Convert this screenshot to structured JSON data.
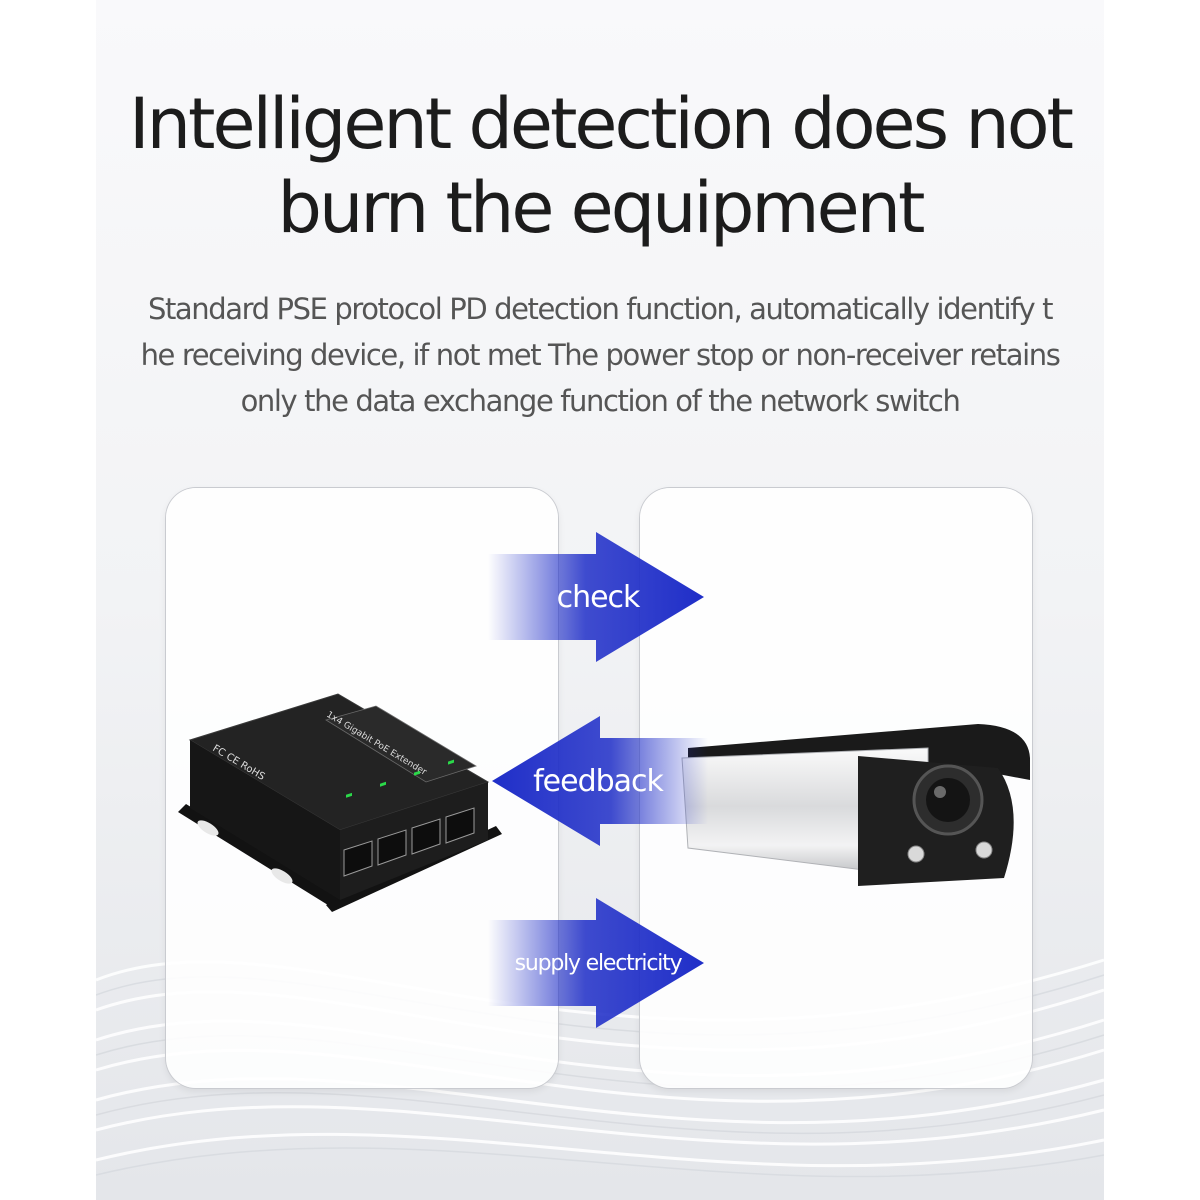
{
  "headline": {
    "line1": "Intelligent detection does not",
    "line2": "burn the equipment"
  },
  "description": {
    "line1": "Standard PSE protocol PD detection function, automatically identify t",
    "line2": "he receiving device, if not met The power stop or non-receiver retains",
    "line3": "only the data exchange function of the network switch"
  },
  "arrows": {
    "check": "check",
    "feedback": "feedback",
    "supply": "supply electricity"
  },
  "device_label": {
    "top": "1x4 Gigabit PoE Extender",
    "certs": "FC CE RoHS"
  },
  "colors": {
    "arrow_blue": "#1f2ec8",
    "headline": "#1c1c1c",
    "body_text": "#555555",
    "device_body": "#1a1a1a",
    "port_led": "#2bd94a"
  }
}
